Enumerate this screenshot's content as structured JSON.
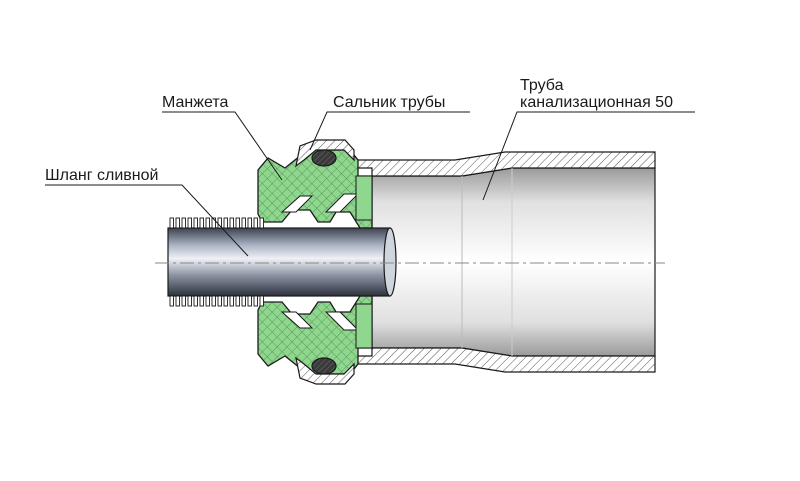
{
  "labels": {
    "hose": "Шланг сливной",
    "cuff": "Манжета",
    "gland": "Сальник трубы",
    "pipe_line1": "Труба",
    "pipe_line2": "канализационная 50"
  },
  "colors": {
    "cuff_green": "#8fd68f",
    "seal_dark": "#2a2a2a",
    "hatch": "#555555",
    "pipe_light": "#f2f2f2",
    "pipe_dark": "#8a8a8a",
    "hose_light": "#e6ebf2",
    "hose_dark": "#3c4250",
    "outline": "#1a1a1a"
  }
}
